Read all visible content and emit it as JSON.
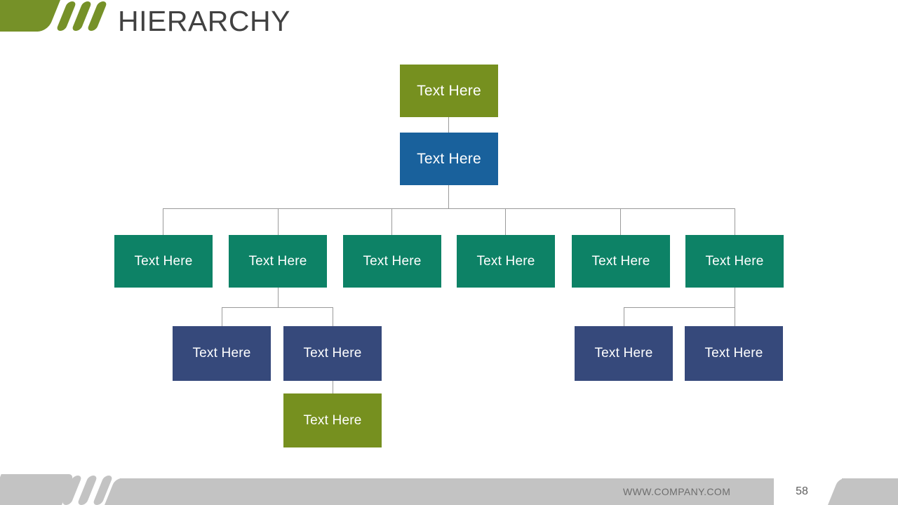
{
  "header": {
    "title": "HIERARCHY",
    "accent_color": "#76901f",
    "title_color": "#414141",
    "logo_icon": "three-slanted-bars-icon"
  },
  "footer": {
    "url": "WWW.COMPANY.COM",
    "page_number": "58",
    "bar_color": "#c3c3c3",
    "logo_icon": "three-slanted-bars-icon"
  },
  "diagram": {
    "connector_color": "#9a9a9a",
    "levels": [
      {
        "name": "level-1",
        "color": "#76901f",
        "nodes": [
          {
            "label": "Text Here"
          }
        ]
      },
      {
        "name": "level-2",
        "color": "#19619c",
        "nodes": [
          {
            "label": "Text Here"
          }
        ]
      },
      {
        "name": "level-3",
        "color": "#0d8266",
        "nodes": [
          {
            "label": "Text Here"
          },
          {
            "label": "Text Here"
          },
          {
            "label": "Text Here"
          },
          {
            "label": "Text Here"
          },
          {
            "label": "Text Here"
          },
          {
            "label": "Text Here"
          }
        ]
      },
      {
        "name": "level-4",
        "color": "#36497b",
        "nodes": [
          {
            "label": "Text Here"
          },
          {
            "label": "Text Here"
          },
          {
            "label": "Text Here"
          },
          {
            "label": "Text Here"
          }
        ]
      },
      {
        "name": "level-5",
        "color": "#76901f",
        "nodes": [
          {
            "label": "Text Here"
          }
        ]
      }
    ]
  }
}
